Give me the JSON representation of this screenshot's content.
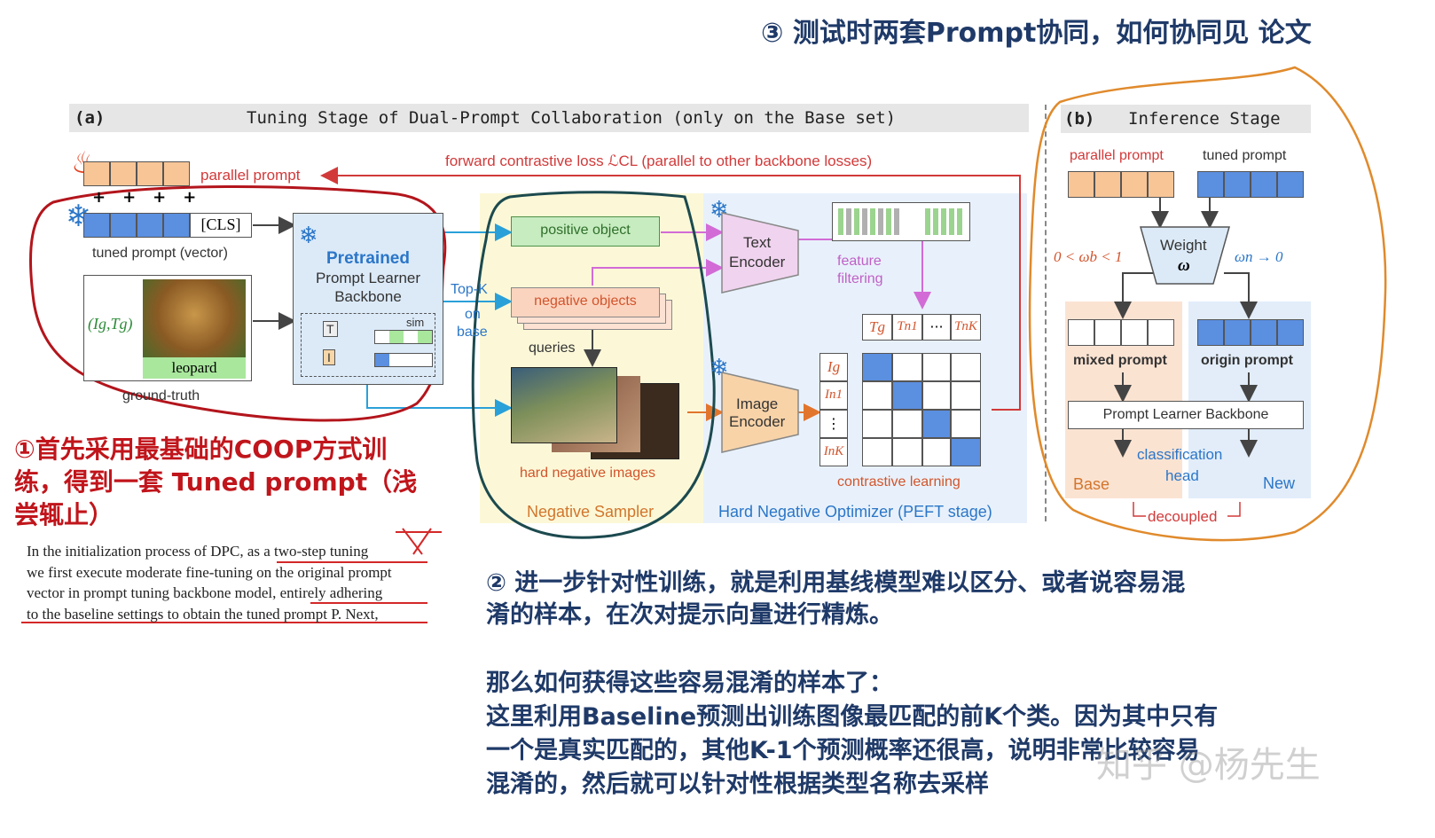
{
  "annotations": {
    "step3": "③ 测试时两套Prompt协同，如何协同见 论文",
    "step1_lines": [
      "①首先采用最基础的COOP方式训",
      "练，得到一套 Tuned prompt（浅",
      "尝辄止）"
    ],
    "step2_lines": [
      "② 进一步针对性训练，就是利用基线模型难以区分、或者说容易混",
      "淆的样本，在次对提示向量进行精炼。"
    ],
    "question": "那么如何获得这些容易混淆的样本了：",
    "answer_lines": [
      "这里利用Baseline预测出训练图像最匹配的前K个类。因为其中只有",
      "一个是真实匹配的，其他K-1个预测概率还很高，说明非常比较容易",
      "混淆的，然后就可以针对性根据类型名称去采样"
    ],
    "watermark": "知乎 @杨先生"
  },
  "panel_a": {
    "tag": "(a)",
    "header": "Tuning Stage of Dual-Prompt Collaboration (only on the Base set)",
    "parallel_prompt": "parallel prompt",
    "forward_loss": "forward contrastive loss ℒCL (parallel to other backbone losses)",
    "cls": "[CLS]",
    "tuned_prompt": "tuned prompt (vector)",
    "pair": "(Ig,Tg)",
    "leopard": "leopard",
    "ground_truth": "ground-truth",
    "backbone_title": "Pretrained",
    "backbone_sub1": "Prompt Learner",
    "backbone_sub2": "Backbone",
    "t_label": "T",
    "i_label": "I",
    "sim": "sim",
    "topk1": "Top-K",
    "topk2": "on",
    "topk3": "base",
    "positive": "positive object",
    "negative": "negative objects",
    "queries": "queries",
    "hard_neg": "hard negative images",
    "neg_sampler": "Negative Sampler",
    "text_enc1": "Text",
    "text_enc2": "Encoder",
    "image_enc1": "Image",
    "image_enc2": "Encoder",
    "feature1": "feature",
    "feature2": "filtering",
    "tg": "Tg",
    "tn1": "Tn1",
    "dots": "···",
    "tnk": "TnK",
    "ig": "Ig",
    "in1": "In1",
    "vdots": "⋮",
    "ink": "InK",
    "contrastive": "contrastive learning",
    "hno": "Hard Negative Optimizer (PEFT stage)"
  },
  "panel_b": {
    "tag": "(b)",
    "header": "Inference Stage",
    "parallel_prompt": "parallel prompt",
    "tuned_prompt": "tuned prompt",
    "weight1": "Weight",
    "weight2": "ω",
    "wb": "0 < ωb < 1",
    "wn": "ωn → 0",
    "mixed": "mixed prompt",
    "origin": "origin prompt",
    "backbone": "Prompt Learner Backbone",
    "cls1": "classification",
    "cls2": "head",
    "base": "Base",
    "new": "New",
    "decoupled": "decoupled"
  },
  "paper_excerpt": [
    "In the initialization process of DPC, as a two-step tuning",
    "we first execute moderate fine-tuning on the original prompt",
    "vector in prompt tuning backbone model, entirely adhering",
    "to the baseline settings to obtain the tuned prompt P. Next,"
  ],
  "colors": {
    "annotation_blue": "#1f3a68",
    "annotation_red": "#c0151b",
    "orange_prompt": "#f8c597",
    "blue_prompt": "#5b8fe0",
    "outline_red": "#b3151c",
    "outline_teal": "#1c4a4f",
    "outline_orange": "#e08a2c"
  }
}
